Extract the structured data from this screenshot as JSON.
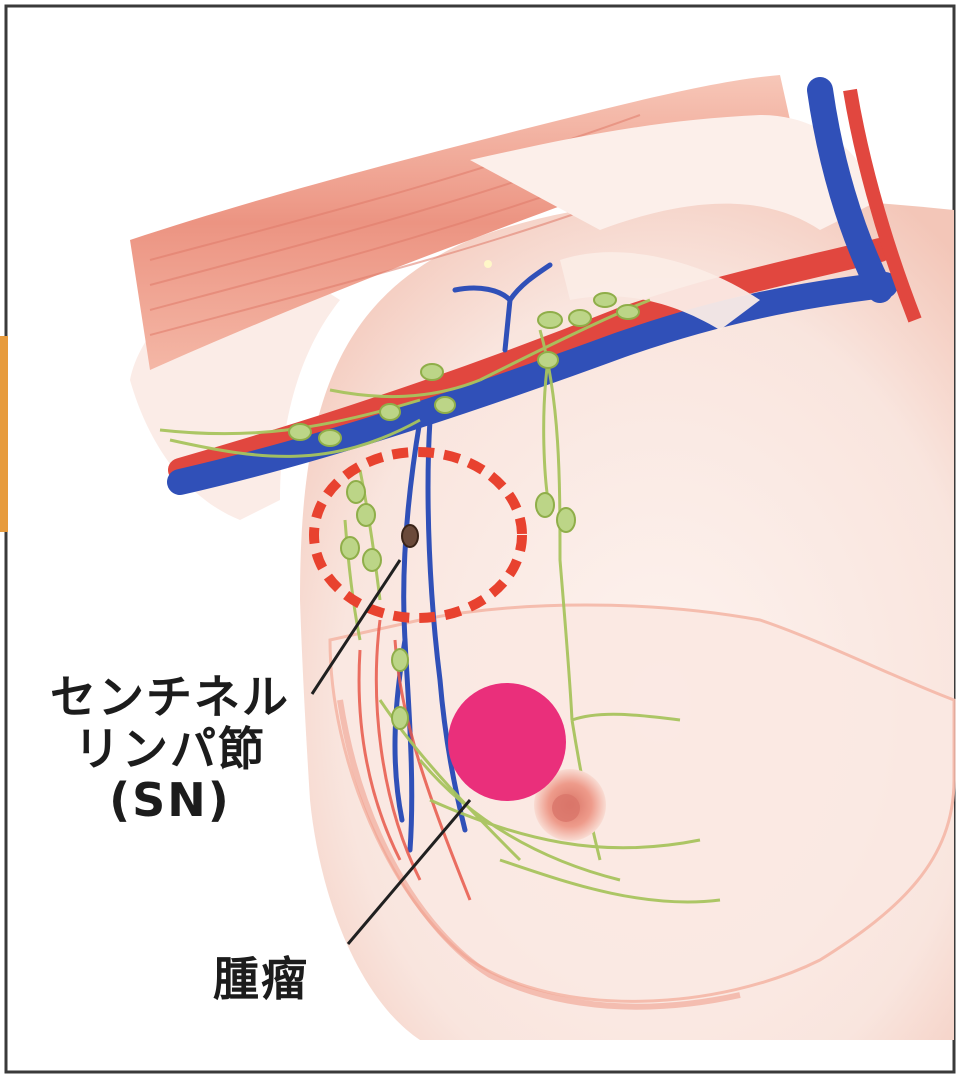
{
  "labels": {
    "sentinel_node": {
      "line1": "センチネル",
      "line2": "リンパ節",
      "line3": "(SN)"
    },
    "tumor": "腫瘤"
  },
  "colors": {
    "skin": "#f9e3dc",
    "skin_edge": "#f2a99a",
    "muscle": "#ee9b8a",
    "vein": "#3050b8",
    "artery": "#e1473f",
    "lymph_node": "#bcd587",
    "lymph_vessel": "#a8c45e",
    "tumor": "#ea2f7b",
    "sn_circle": "#e8422f",
    "leader_line": "#202020",
    "side_tab": "#e79b3d",
    "nipple": "#ec8b7b"
  },
  "icons": {
    "sentinel_node": "dark-node-dot",
    "tumor": "pink-disc"
  }
}
